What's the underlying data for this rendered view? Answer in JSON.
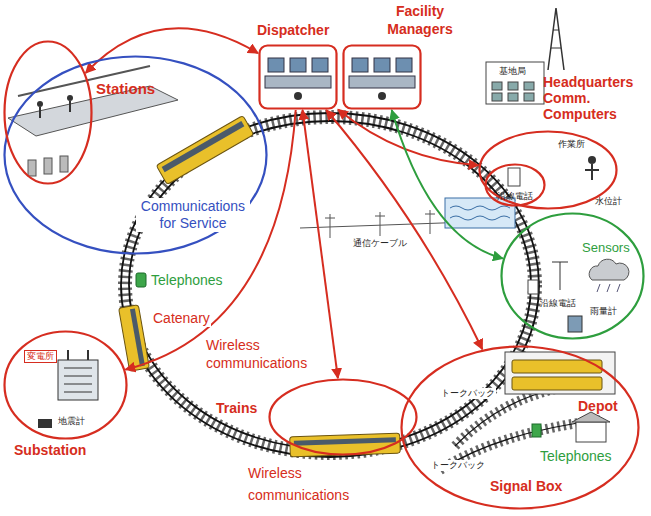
{
  "diagram": {
    "nodes": [
      {
        "text": [
          "Communications for Service"
        ]
      },
      {
        "text": [
          "Stations"
        ],
        "in": 0
      },
      {
        "text": [
          "Dispatcher"
        ]
      },
      {
        "text": [
          "Facility Managers"
        ]
      },
      {
        "text": [
          "作業所"
        ]
      },
      {
        "text": [
          "沿線電話"
        ],
        "in": 4
      },
      {
        "text": [
          "Sensors",
          "沿線電話",
          "雨量計"
        ]
      },
      {
        "text": [
          "Substation",
          "変電所",
          "地震計"
        ]
      },
      {
        "text": [
          "Trains"
        ]
      },
      {
        "text": [
          "Depot",
          "Telephones",
          "Signal Box"
        ]
      }
    ],
    "edges": [
      {
        "from": 1,
        "to": 2,
        "arrow": "both"
      },
      {
        "from": 2,
        "to": 7,
        "arrow": "to"
      },
      {
        "from": 2,
        "to": 8,
        "arrow": "both",
        "label": "Wireless communications"
      },
      {
        "from": 2,
        "to": 9,
        "arrow": "both"
      },
      {
        "from": 2,
        "to": 4,
        "arrow": "both"
      },
      {
        "from": 3,
        "to": 6,
        "arrow": "both"
      }
    ],
    "labels": [
      "Headquarters Comm. Computers",
      "基地局",
      "通信ケーブル",
      "水位計",
      "Telephones",
      "Catenary",
      "トークバック",
      "トークバック",
      "Wireless communications"
    ]
  }
}
